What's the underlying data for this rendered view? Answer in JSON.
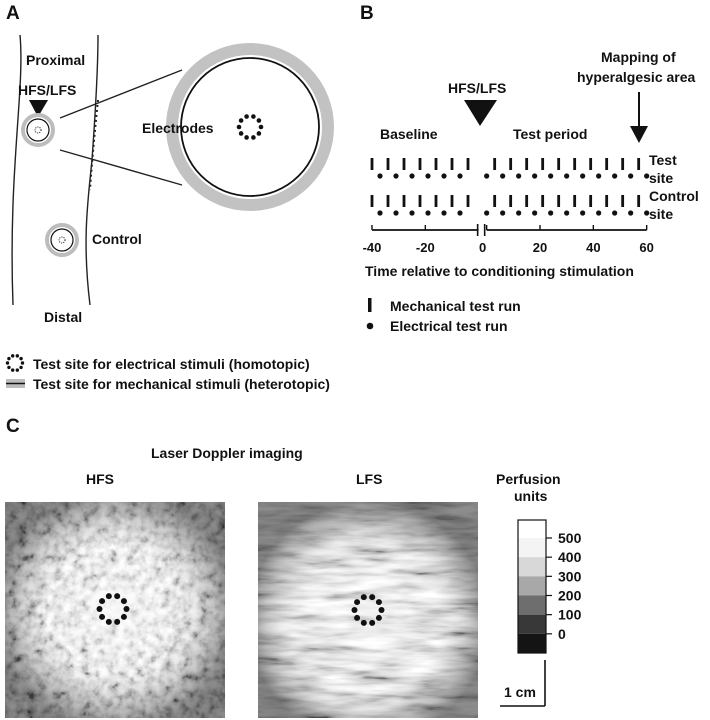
{
  "panel_a": {
    "letter": "A",
    "proximal": "Proximal",
    "stimulus": "HFS/LFS",
    "electrodes": "Electrodes",
    "control": "Control",
    "distal": "Distal"
  },
  "legend_a": {
    "electrical": "Test site for electrical stimuli (homotopic)",
    "mechanical": "Test site for mechanical stimuli (heterotopic)"
  },
  "panel_b": {
    "letter": "B",
    "stimulus": "HFS/LFS",
    "mapping_line1": "Mapping of",
    "mapping_line2": "hyperalgesic area",
    "baseline": "Baseline",
    "test_period": "Test period",
    "test_site_line1": "Test",
    "test_site_line2": "site",
    "control_site_line1": "Control",
    "control_site_line2": "site",
    "axis_ticks": [
      "-40",
      "-20",
      "0",
      "20",
      "40",
      "60"
    ],
    "axis_label": "Time relative to conditioning stimulation",
    "legend_mechanical": "Mechanical test run",
    "legend_electrical": "Electrical test run",
    "run_times": [
      -40,
      -37,
      -34,
      -31,
      -28,
      -25,
      -22,
      -19,
      -16,
      -13,
      -10,
      -7,
      -4,
      0,
      3,
      6,
      9,
      12,
      15,
      18,
      21,
      24,
      27,
      30,
      33,
      36,
      39,
      42,
      45,
      48,
      51,
      54,
      57,
      60
    ]
  },
  "panel_c": {
    "letter": "C",
    "title": "Laser Doppler imaging",
    "hfs": "HFS",
    "lfs": "LFS",
    "colorbar_title_line1": "Perfusion",
    "colorbar_title_line2": "units",
    "colorbar_ticks": [
      "500",
      "400",
      "300",
      "200",
      "100",
      "0"
    ],
    "colorbar_levels": [
      "#f4f4f4",
      "#d8d8d8",
      "#a8a8a8",
      "#6e6e6e",
      "#383838",
      "#141414"
    ],
    "scale_bar": "1 cm"
  }
}
